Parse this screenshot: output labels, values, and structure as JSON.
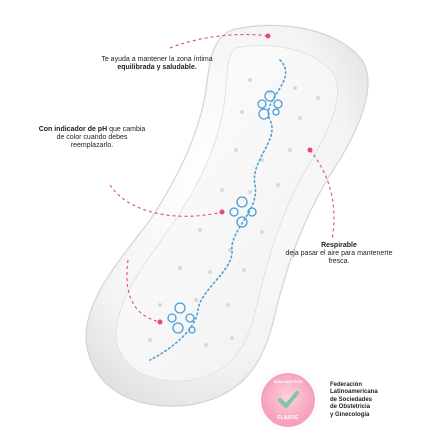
{
  "annotations": {
    "balance": {
      "pre": "Te ayuda a mantener la zona íntima",
      "bold": "equilibrada y saludable."
    },
    "indicator": {
      "bold": "Con indicador de pH",
      "rest": "que cambia de color cuando debes reemplazarlo."
    },
    "breathable": {
      "bold": "Respirable",
      "rest": "deja pasar el aire para mantenerte fresca."
    }
  },
  "badge": {
    "top_text": "AVALADO POR",
    "bottom_text": "FLASOG"
  },
  "organization": {
    "lines": [
      "Federación",
      "Latinoamericana",
      "de Sociedades",
      "de Obstetricia",
      "y Ginecología"
    ]
  },
  "colors": {
    "accent_pink": "#e8477a",
    "pad_blue": "#4a9fd6",
    "badge_pink": "#f6a3bb",
    "check_green": "#7cc9a0"
  }
}
